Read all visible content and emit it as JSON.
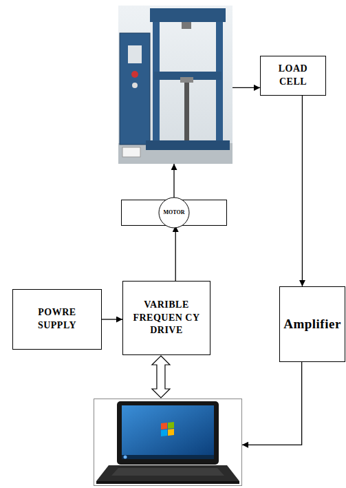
{
  "diagram": {
    "nodes": [
      {
        "text": []
      },
      {
        "text": [
          "LOAD CELL"
        ]
      },
      {
        "text": [
          "MOTOR"
        ]
      },
      {
        "text": [
          "POWRE SUPPLY"
        ]
      },
      {
        "text": [
          "VARIBLE FREQUEN CY DRIVE"
        ]
      },
      {
        "text": [
          "Amplifier"
        ]
      },
      {
        "text": []
      }
    ],
    "edges": [
      {
        "from": 2,
        "to": 0,
        "arrow": "to"
      },
      {
        "from": 0,
        "to": 1,
        "arrow": "to"
      },
      {
        "from": 1,
        "to": 5,
        "arrow": "to"
      },
      {
        "from": 3,
        "to": 4,
        "arrow": "to"
      },
      {
        "from": 4,
        "to": 2,
        "arrow": "to"
      },
      {
        "from": 4,
        "to": 6,
        "arrow": "both"
      },
      {
        "from": 5,
        "to": 6,
        "arrow": "to"
      }
    ]
  }
}
